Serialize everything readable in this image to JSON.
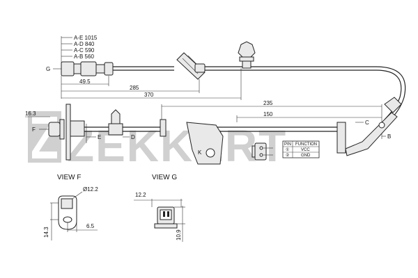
{
  "watermark": {
    "brand": "ZEKKERT"
  },
  "length_table": [
    {
      "label": "A-E 1015"
    },
    {
      "label": "A-D 840"
    },
    {
      "label": "A-C 590"
    },
    {
      "label": "A-B 560"
    }
  ],
  "points": {
    "G": "G",
    "F": "F",
    "E": "E",
    "D": "D",
    "C": "C",
    "B": "B"
  },
  "dimensions": {
    "d49_5": "49.5",
    "d285": "285",
    "d370": "370",
    "d235": "235",
    "d150": "150",
    "d16_3": "16.3",
    "d12_2_dia": "Ø12.2",
    "d6_5": "6.5",
    "d14_3": "14.3",
    "d12_2": "12.2",
    "d10_9": "10.9"
  },
  "views": {
    "view_f": "VIEW F",
    "view_g": "VIEW G"
  },
  "pin_table": {
    "headers": [
      "PIN",
      "FUNCTION"
    ],
    "rows": [
      {
        "pin": "①",
        "function": "VCC"
      },
      {
        "pin": "②",
        "function": "GND"
      }
    ]
  }
}
